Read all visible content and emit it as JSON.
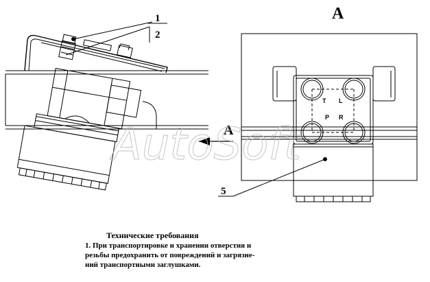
{
  "view_label": "А",
  "callouts": {
    "item_1": "1",
    "item_2": "2",
    "item_5": "5",
    "view_arrow": "А"
  },
  "port_labels": {
    "t": "T",
    "l": "L",
    "p": "P",
    "r": "R"
  },
  "watermark": "AutoSoft",
  "requirements": {
    "title": "Технические требования",
    "lines": [
      "1. При транспортировке и хранении отверстия и",
      "резьбы предохранить от повреждений и загрязне-",
      "ний транспортными заглушками."
    ]
  },
  "colors": {
    "line": "#000000",
    "watermark": "#cfcfcf"
  }
}
